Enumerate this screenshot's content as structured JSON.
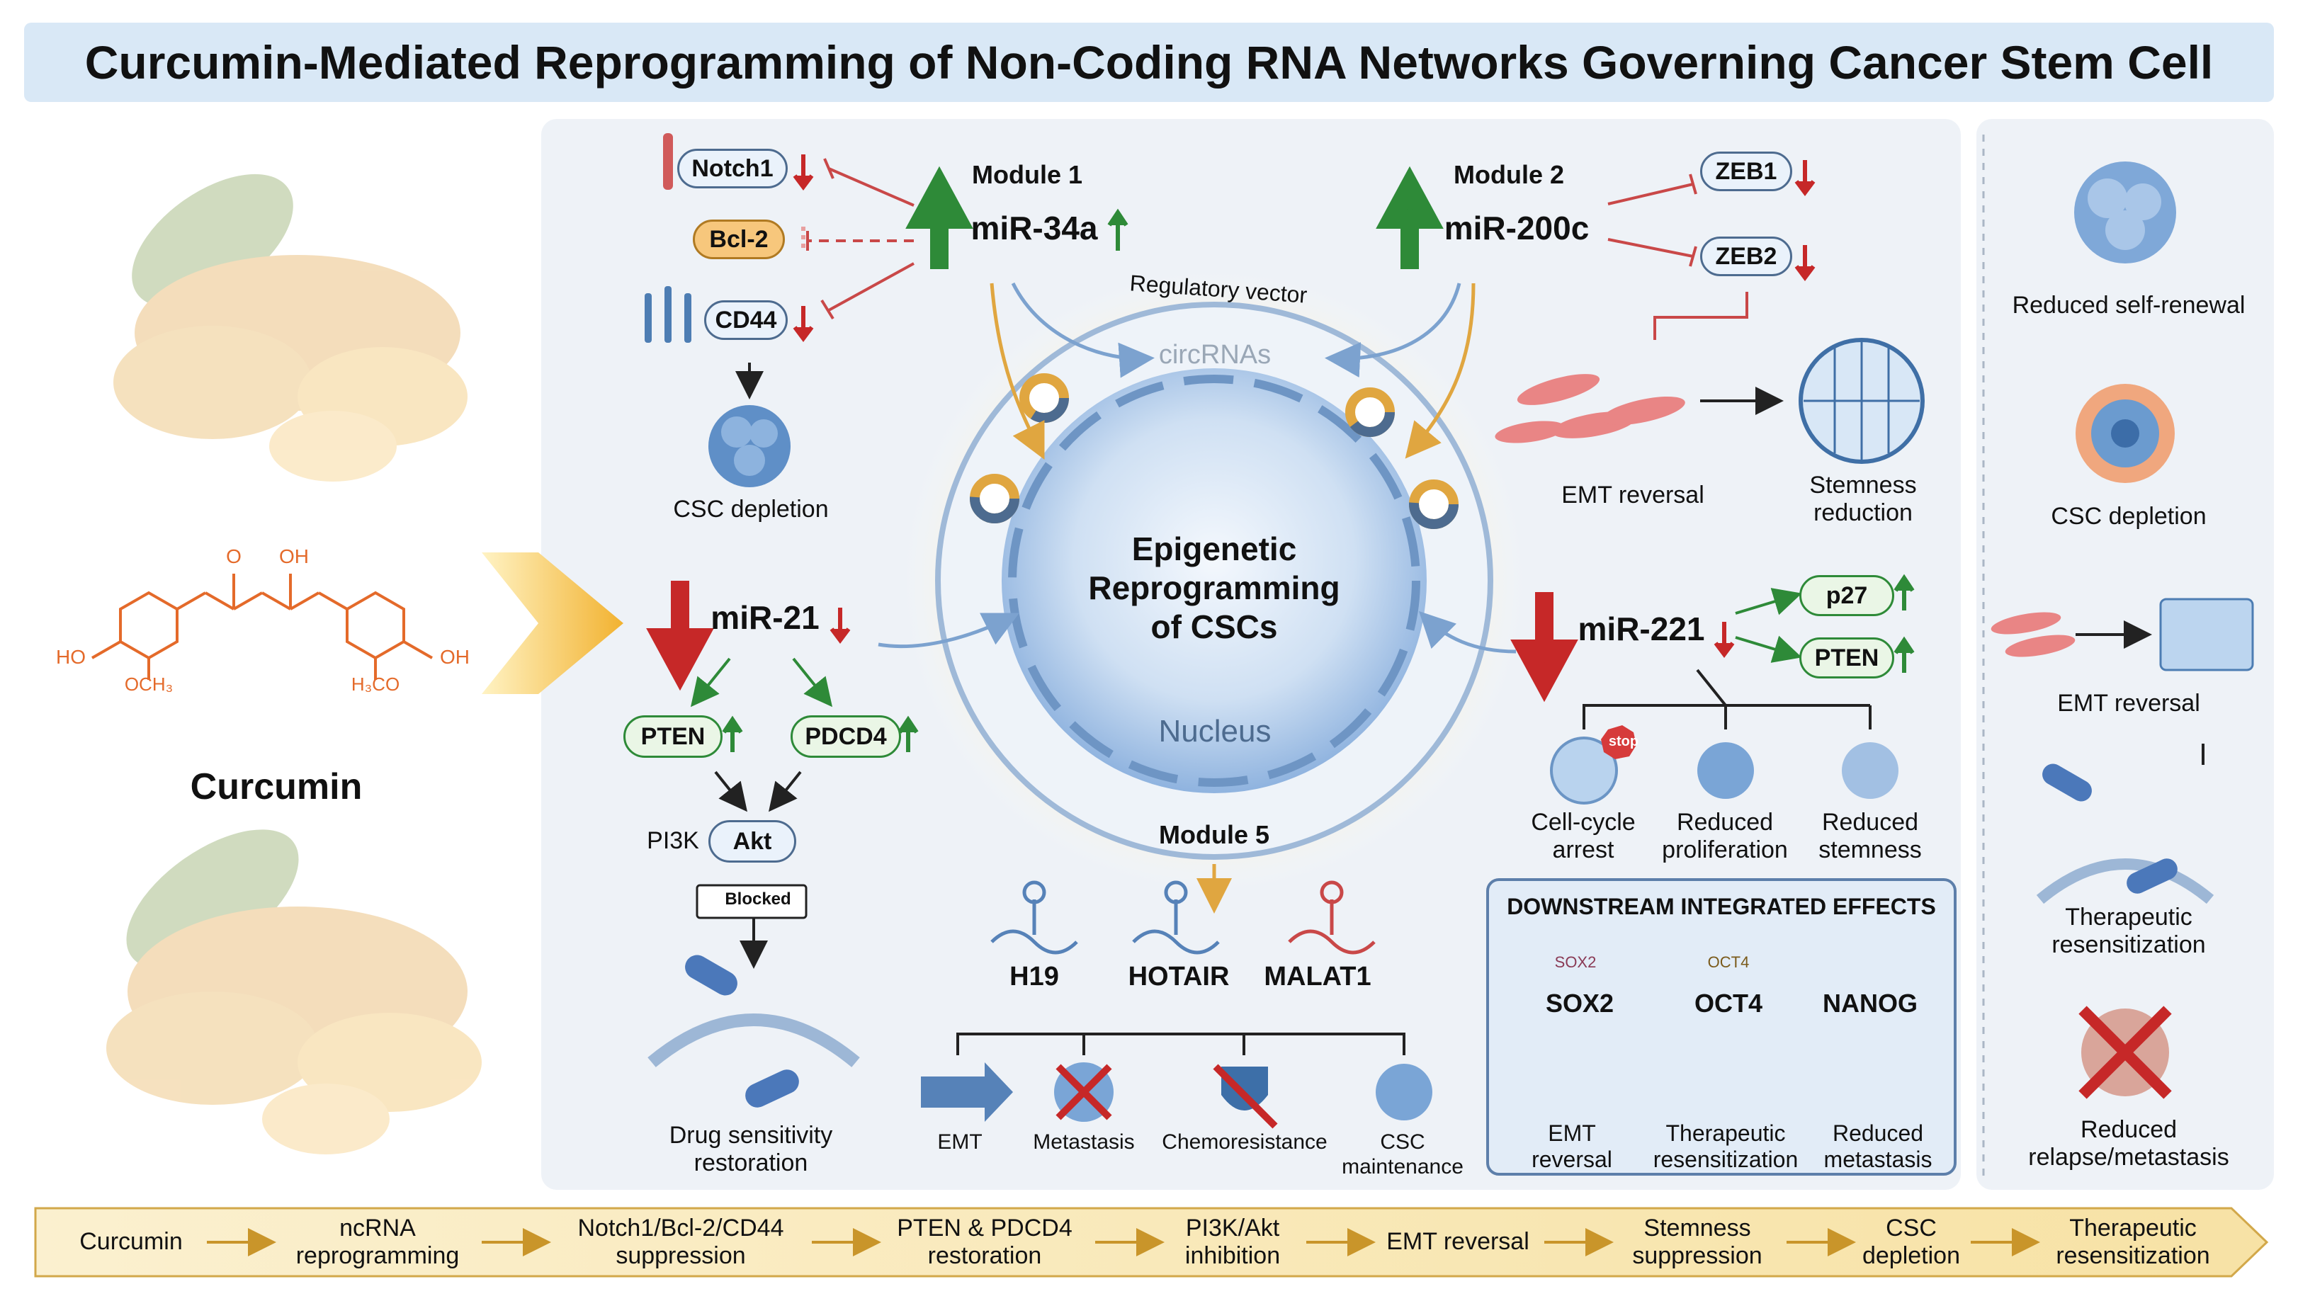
{
  "title": "Curcumin-Mediated Reprogramming of Non-Coding RNA Networks Governing Cancer Stem Cell Plasticity",
  "left": {
    "compound_label": "Curcumin",
    "chem_labels": {
      "o": "O",
      "oh": "OH",
      "ho": "HO",
      "och3": "OCH₃",
      "oh2": "OH",
      "h3co": "H₃CO"
    }
  },
  "module1": {
    "title": "Module 1",
    "mirna": "miR-34a",
    "targets": [
      "Notch1",
      "Bcl-2",
      "CD44"
    ],
    "outcome": "CSC depletion"
  },
  "module2": {
    "title": "Module 2",
    "mirna": "miR-200c",
    "targets": [
      "ZEB1",
      "ZEB2"
    ],
    "outcomes": [
      "EMT reversal",
      "Stemness\nreduction"
    ]
  },
  "center": {
    "vector_label": "Regulatory vector",
    "circ_label": "circRNAs",
    "core_label": "Epigenetic\nReprogramming\nof CSCs",
    "nucleus_label": "Nucleus"
  },
  "mir21": {
    "mirna": "miR-21",
    "targets": [
      "PTEN",
      "PDCD4"
    ],
    "pi3k": "PI3K",
    "akt": "Akt",
    "blocked": "Blocked",
    "outcome": "Drug sensitivity\nrestoration"
  },
  "mir221": {
    "mirna": "miR-221",
    "targets": [
      "p27",
      "PTEN"
    ],
    "stop": "stop",
    "outcomes": [
      "Cell-cycle\narrest",
      "Reduced\nproliferation",
      "Reduced\nstemness"
    ]
  },
  "module5": {
    "title": "Module 5",
    "lncrnas": [
      "H19",
      "HOTAIR",
      "MALAT1"
    ],
    "outcomes": [
      "EMT",
      "Metastasis",
      "Chemoresistance",
      "CSC\nmaintenance"
    ]
  },
  "downstream": {
    "title": "DOWNSTREAM INTEGRATED EFFECTS",
    "factor_tags": [
      "SOX2",
      "OCT4"
    ],
    "factors": [
      "SOX2",
      "OCT4",
      "NANOG"
    ],
    "effects": [
      "EMT\nreversal",
      "Therapeutic\nresensitization",
      "Reduced\nmetastasis"
    ]
  },
  "right_panel": [
    "Reduced self-renewal",
    "CSC depletion",
    "EMT reversal",
    "Therapeutic\nresensitization",
    "Reduced\nrelapse/metastasis"
  ],
  "flow": [
    "Curcumin",
    "ncRNA\nreprogramming",
    "Notch1/Bcl-2/CD44\nsuppression",
    "PTEN & PDCD4\nrestoration",
    "PI3K/Akt\ninhibition",
    "EMT reversal",
    "Stemness\nsuppression",
    "CSC\ndepletion",
    "Therapeutic\nresensitization"
  ],
  "colors": {
    "up": "#2e8a38",
    "down": "#c62828",
    "accent": "#f2b230",
    "nucleus": "#6f9ed4"
  }
}
